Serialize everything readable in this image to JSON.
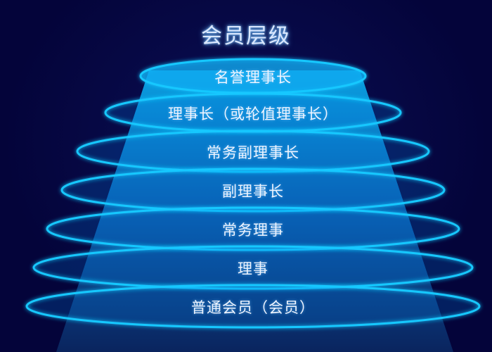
{
  "title": "会员层级",
  "levels": [
    {
      "label": "名誉理事长"
    },
    {
      "label": "理事长（或轮值理事长）"
    },
    {
      "label": "常务副理事长"
    },
    {
      "label": "副理事长"
    },
    {
      "label": "常务理事"
    },
    {
      "label": "理事"
    },
    {
      "label": "普通会员（会员）"
    }
  ],
  "colors": {
    "background": "#04043a",
    "ring": "#19c8ff",
    "pyramid_top": "#0aa8ea",
    "pyramid_bottom": "#0a2f78",
    "text": "#eef4ff"
  }
}
